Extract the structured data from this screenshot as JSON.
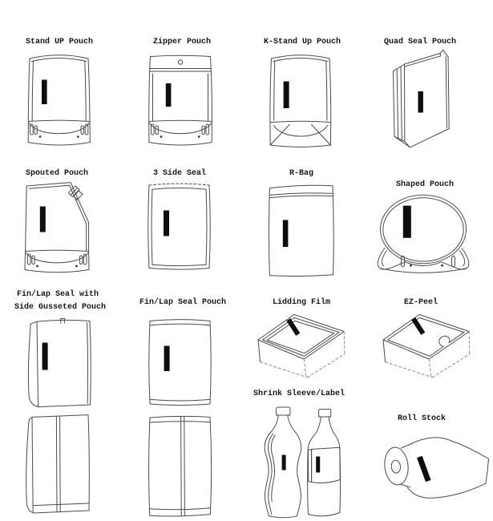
{
  "diagram": {
    "background": "#ffffff",
    "line_color": "#4a4a4a",
    "marker_color": "#0e0e0e",
    "text_color": "#161616",
    "items": [
      {
        "label": "Stand UP Pouch"
      },
      {
        "label": "Zipper Pouch"
      },
      {
        "label": "K-Stand Up Pouch"
      },
      {
        "label": "Quad Seal Pouch"
      },
      {
        "label": "Spouted Pouch"
      },
      {
        "label": "3 Side Seal"
      },
      {
        "label": "R-Bag"
      },
      {
        "label": "Shaped Pouch"
      },
      {
        "label_line1": "Fin/Lap Seal with",
        "label_line2": "Side Gusseted Pouch"
      },
      {
        "label": "Fin/Lap Seal Pouch"
      },
      {
        "label": "Lidding Film"
      },
      {
        "label": "EZ-Peel"
      },
      {
        "label": "Shrink Sleeve/Label"
      },
      {
        "label": "Roll Stock"
      }
    ]
  }
}
